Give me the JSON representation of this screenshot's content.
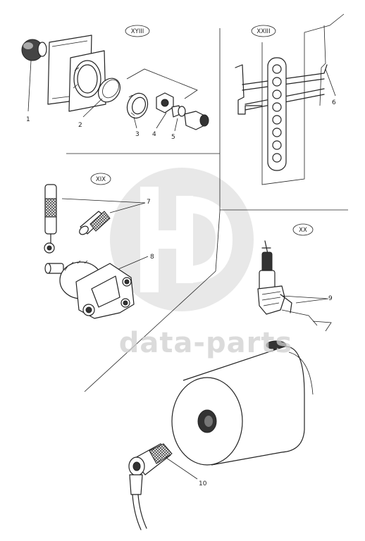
{
  "sections": [
    {
      "id": "xviii",
      "label": "XYIII"
    },
    {
      "id": "xxiii",
      "label": "XXIII"
    },
    {
      "id": "xix",
      "label": "XIX"
    },
    {
      "id": "xx",
      "label": "XX"
    }
  ],
  "callouts": [
    "1",
    "2",
    "3",
    "4",
    "5",
    "6",
    "7",
    "8",
    "9",
    "10"
  ],
  "watermark": {
    "text": "data-parts",
    "color": "#cfcfcf"
  }
}
